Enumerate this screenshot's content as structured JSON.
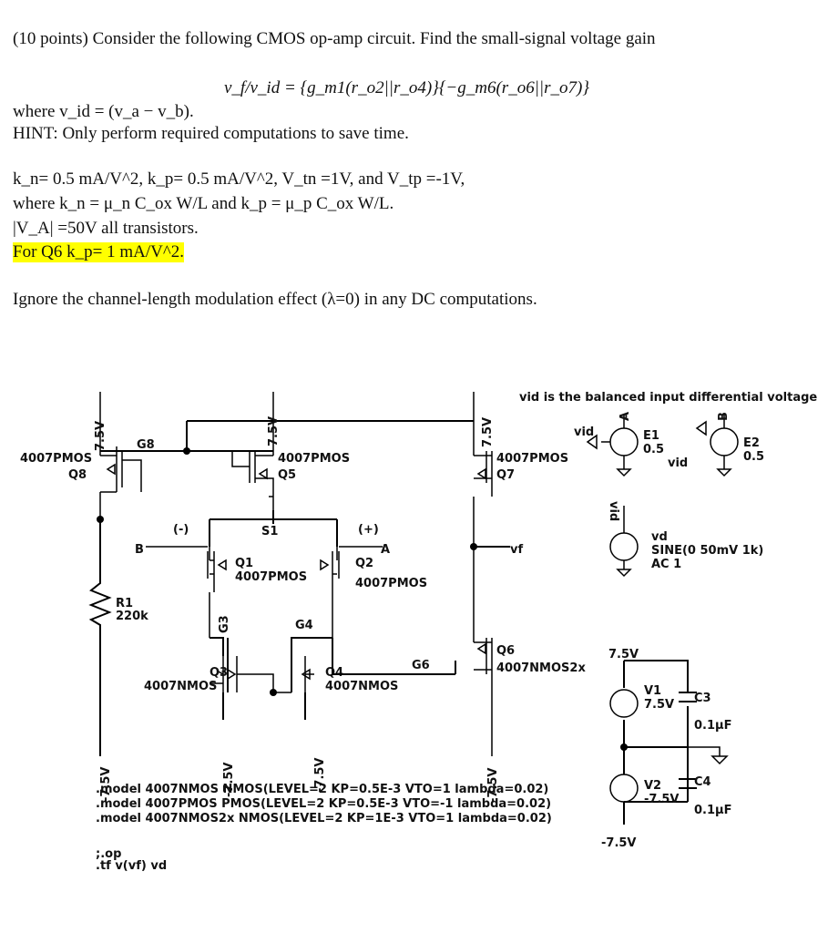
{
  "problem": {
    "line1": "(10 points) Consider the following CMOS op-amp circuit. Find the small-signal voltage gain",
    "gain_eq": "v_f/v_id = {g_m1(r_o2||r_o4)}{−g_m6(r_o6||r_o7)}",
    "where_vid": "where v_id = (v_a − v_b).",
    "hint": "HINT: Only perform required computations to save time.",
    "params": "k_n= 0.5 mA/V^2,  k_p= 0.5 mA/V^2, V_tn =1V, and V_tp =-1V,",
    "where_k": "where k_n = μ_n C_ox W/L and k_p = μ_p C_ox W/L.",
    "va": "|V_A| =50V all transistors.",
    "q6": "For Q6 k_p= 1 mA/V^2.",
    "ignore": "Ignore the channel-length modulation effect (λ=0) in any DC computations.",
    "highlight_color": "#ffff00"
  },
  "schematic": {
    "labels": {
      "vid_note": "vid is the balanced input differential voltage",
      "q8_model": "4007PMOS",
      "q8": "Q8",
      "g8": "G8",
      "q5_model": "4007PMOS",
      "q5": "Q5",
      "q7_model": "4007PMOS",
      "q7": "Q7",
      "s1": "S1",
      "minus": "(-)",
      "plus": "(+)",
      "b": "B",
      "a": "A",
      "q1": "Q1",
      "q1_model": "4007PMOS",
      "q2": "Q2",
      "q2_model": "4007PMOS",
      "r1": "R1",
      "r1_value": "220k",
      "g3": "G3",
      "g4": "G4",
      "q3": "Q3",
      "q3_model": "4007NMOS",
      "q4": "Q4",
      "q4_model": "4007NMOS",
      "g6": "G6",
      "q6": "Q6",
      "q6_model": "4007NMOS2x",
      "vf": "vf",
      "rail_neg": "-7.5V",
      "rail_pos": "7.5V",
      "e1": "E1",
      "e1_gain": "0.5",
      "e2": "E2",
      "e2_gain": "0.5",
      "vid": "vid",
      "node_a": "A",
      "node_b": "B",
      "vd": "vd",
      "vd_sine": "SINE(0 50mV 1k)",
      "vd_ac": "AC 1",
      "v1": "V1",
      "v1_value": "7.5V",
      "v2": "V2",
      "v2_value": "-7.5V",
      "c3": "C3",
      "c3_value": "0.1μF",
      "c4": "C4",
      "c4_value": "0.1μF"
    },
    "spice": {
      "model1": ".model 4007NMOS NMOS(LEVEL=2 KP=0.5E-3 VTO=1 lambda=0.02)",
      "model2": ".model 4007PMOS PMOS(LEVEL=2 KP=0.5E-3 VTO=-1 lambda=0.02)",
      "model3": ".model 4007NMOS2x NMOS(LEVEL=2 KP=1E-3 VTO=1 lambda=0.02)",
      "op": ";.op",
      "tf": ".tf v(vf) vd"
    }
  }
}
